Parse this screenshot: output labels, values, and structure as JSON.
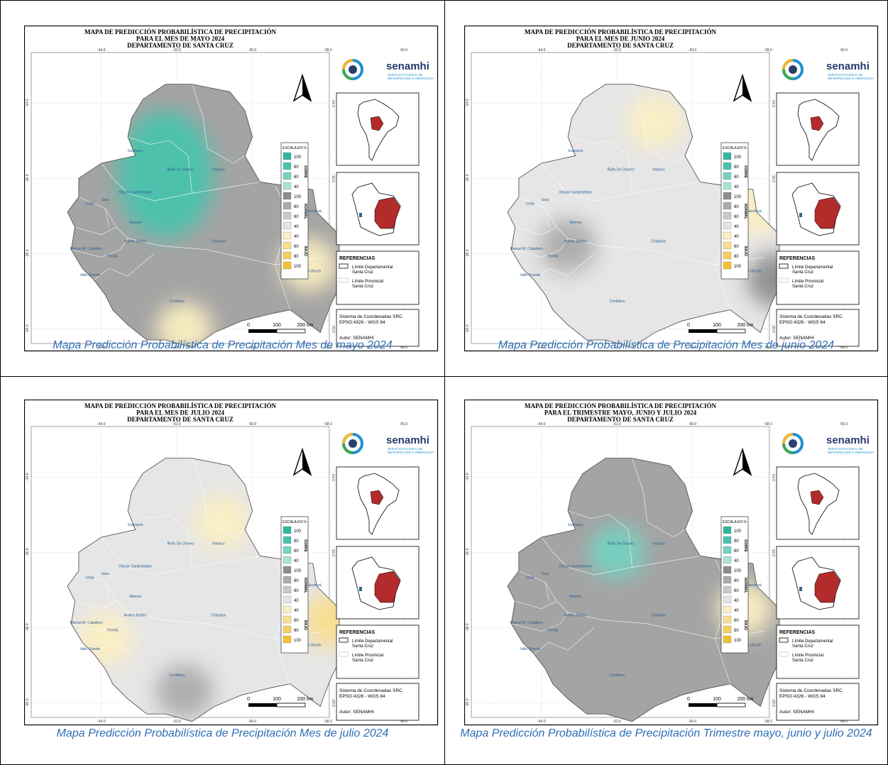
{
  "panels": [
    {
      "title_lines": [
        "MAPA DE PREDICCIÓN PROBABILÍSTICA DE PRECIPITACIÓN",
        "PARA EL MES DE MAYO 2024",
        "DEPARTAMENTO DE SANTA CRUZ"
      ],
      "caption": "Mapa Predicción Probabilística  de Precipitación Mes de mayo 2024",
      "dominant_category": "normal",
      "blobs": [
        {
          "category": "sobre",
          "level": 80,
          "lon": -62.3,
          "lat": -15.9,
          "label": "sobre"
        },
        {
          "category": "bajo",
          "level": 40,
          "lon": -58.5,
          "lat": -18.3,
          "label": "bajo"
        },
        {
          "category": "bajo",
          "level": 40,
          "lon": -61.8,
          "lat": -20.0,
          "label": "bajo"
        }
      ]
    },
    {
      "title_lines": [
        "MAPA DE PREDICCIÓN PROBABILÍSTICA DE PRECIPITACIÓN",
        "PARA EL MES DE JUNIO 2024",
        "DEPARTAMENTO DE SANTA CRUZ"
      ],
      "caption": "Mapa Predicción Probabilística  de Precipitación Mes de junio 2024",
      "dominant_category": "normal-light",
      "blobs": [
        {
          "category": "normal",
          "level": 80,
          "lon": -63.3,
          "lat": -17.8,
          "label": "normal"
        },
        {
          "category": "normal",
          "level": 100,
          "lon": -57.8,
          "lat": -18.7,
          "label": "normal"
        },
        {
          "category": "bajo",
          "level": 40,
          "lon": -58.3,
          "lat": -16.8,
          "label": "bajo"
        },
        {
          "category": "bajo",
          "level": 40,
          "lon": -61.0,
          "lat": -14.5,
          "label": "bajo"
        }
      ]
    },
    {
      "title_lines": [
        "MAPA DE PREDICCIÓN PROBABILÍSTICA DE PRECIPITACIÓN",
        "PARA EL MES DE JULIO 2024",
        "DEPARTAMENTO DE SANTA CRUZ"
      ],
      "caption": "Mapa Predicción Probabilística  de Precipitación Mes de  julio 2024",
      "dominant_category": "normal-light",
      "blobs": [
        {
          "category": "bajo",
          "level": 60,
          "lon": -57.9,
          "lat": -17.8,
          "label": "bajo"
        },
        {
          "category": "bajo",
          "level": 40,
          "lon": -60.8,
          "lat": -15.2,
          "label": "bajo"
        },
        {
          "category": "bajo",
          "level": 40,
          "lon": -63.9,
          "lat": -18.3,
          "label": "bajo"
        },
        {
          "category": "normal",
          "level": 80,
          "lon": -61.8,
          "lat": -19.7,
          "label": "normal"
        }
      ]
    },
    {
      "title_lines": [
        "MAPA DE PREDICCIÓN PROBABILÍSTICA DE PRECIPITACIÓN",
        "PARA EL TRIMESTRE MAYO, JUNIO Y JULIO 2024",
        "DEPARTAMENTO DE SANTA CRUZ"
      ],
      "caption": "Mapa Predicción Probabilística  de Precipitación Trimestre mayo, junio y julio  2024",
      "dominant_category": "normal",
      "blobs": [
        {
          "category": "sobre",
          "level": 60,
          "lon": -62.0,
          "lat": -16.0,
          "label": "sobre"
        },
        {
          "category": "bajo",
          "level": 40,
          "lon": -58.6,
          "lat": -17.5,
          "label": "bajo"
        }
      ]
    }
  ],
  "shared": {
    "lon_ticks": [
      "-64.0",
      "-62.0",
      "-60.0",
      "-58.0",
      "-56.0"
    ],
    "lat_ticks": [
      "-14.0",
      "-16.0",
      "-18.0",
      "-20.0"
    ],
    "logo_name": "senamhi",
    "logo_sub1": "SERVICIO NACIONAL DE",
    "logo_sub2": "METEOROLOGÍA E HIDROLOGÍA",
    "legend_title": "ESCALA EN %",
    "legend_groups": [
      {
        "name": "SOBRE",
        "items": [
          {
            "value": "100",
            "color": "#2fb79f"
          },
          {
            "value": "80",
            "color": "#48c3ad"
          },
          {
            "value": "60",
            "color": "#76d2c1"
          },
          {
            "value": "40",
            "color": "#a7e2d7"
          }
        ]
      },
      {
        "name": "NORMAL",
        "items": [
          {
            "value": "100",
            "color": "#8d8d8d"
          },
          {
            "value": "80",
            "color": "#ababab"
          },
          {
            "value": "60",
            "color": "#c9c9c9"
          },
          {
            "value": "40",
            "color": "#e4e4e4"
          }
        ]
      },
      {
        "name": "BAJO",
        "items": [
          {
            "value": "40",
            "color": "#fbeec2"
          },
          {
            "value": "60",
            "color": "#f8de8e"
          },
          {
            "value": "80",
            "color": "#f5cf5f"
          },
          {
            "value": "100",
            "color": "#f2c031"
          }
        ]
      }
    ],
    "references_title": "REFERENCIAS",
    "ref_dept": [
      "Límite Departamental",
      "Santa Cruz"
    ],
    "ref_prov": [
      "Límite Provincial",
      "Santa Cruz"
    ],
    "coord_lines": [
      "Sistema de Coordenadas SRC",
      "EPSG:4326 - WGS 84"
    ],
    "author": "Autor: SENAMHI",
    "scale_labels": [
      "0",
      "100",
      "200 km"
    ],
    "provinces": [
      {
        "name": "Guarayos",
        "lon": -63.1,
        "lat": -15.3
      },
      {
        "name": "Ñuflo De Chavez",
        "lon": -61.9,
        "lat": -15.8
      },
      {
        "name": "Velasco",
        "lon": -60.9,
        "lat": -15.8
      },
      {
        "name": "Obispo Santiesteban",
        "lon": -63.1,
        "lat": -16.4
      },
      {
        "name": "Ichilo",
        "lon": -64.3,
        "lat": -16.7
      },
      {
        "name": "Sara",
        "lon": -63.9,
        "lat": -16.6
      },
      {
        "name": "Warnes",
        "lon": -63.1,
        "lat": -17.2
      },
      {
        "name": "Angel Sandoval",
        "lon": -58.5,
        "lat": -16.9
      },
      {
        "name": "Andres Ibañez",
        "lon": -63.1,
        "lat": -17.7
      },
      {
        "name": "Chiquitos",
        "lon": -60.9,
        "lat": -17.7
      },
      {
        "name": "Manuel M. Caballero",
        "lon": -64.4,
        "lat": -17.9
      },
      {
        "name": "Florida",
        "lon": -63.7,
        "lat": -18.1
      },
      {
        "name": "Valle Grande",
        "lon": -64.3,
        "lat": -18.6
      },
      {
        "name": "German Busch",
        "lon": -58.5,
        "lat": -18.5
      },
      {
        "name": "Cordillera",
        "lon": -62.0,
        "lat": -19.3
      }
    ]
  }
}
